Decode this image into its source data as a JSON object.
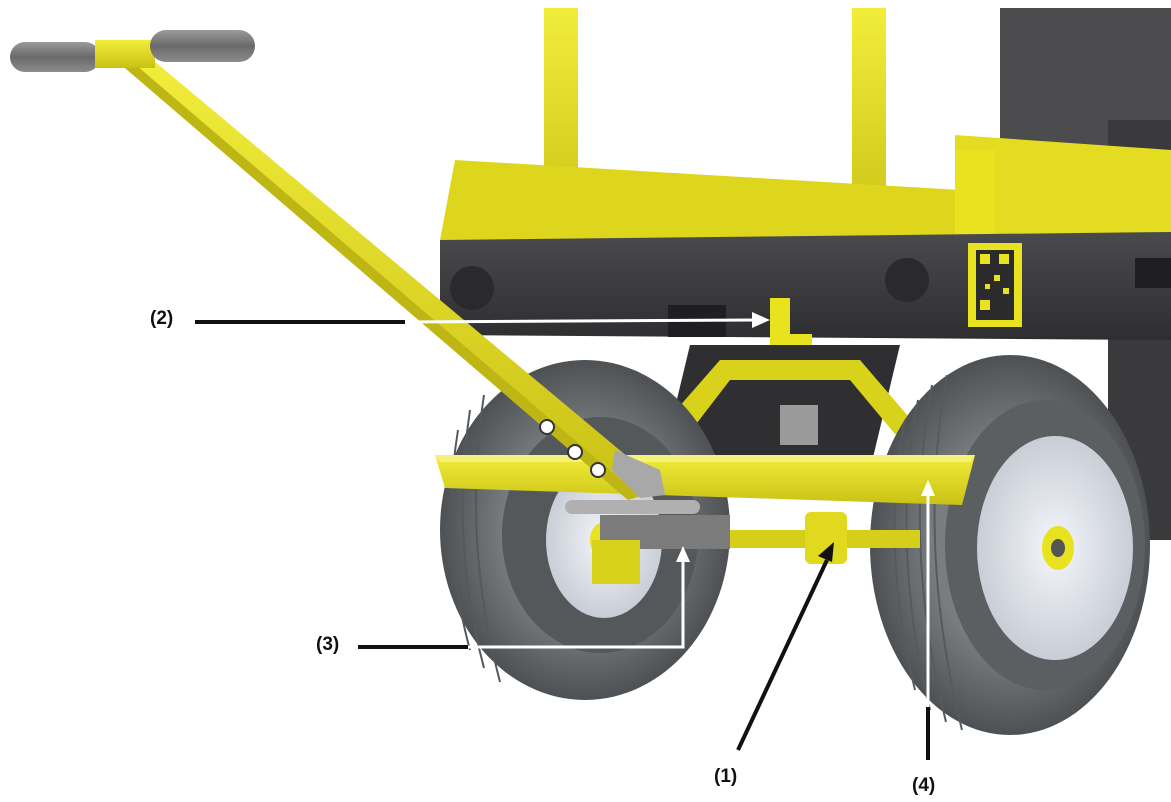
{
  "callouts": [
    {
      "id": "1",
      "label": "(1)"
    },
    {
      "id": "2",
      "label": "(2)"
    },
    {
      "id": "3",
      "label": "(3)"
    },
    {
      "id": "4",
      "label": "(4)"
    }
  ],
  "qr_label_text": "",
  "colors": {
    "frame_yellow": "#e9e21f",
    "frame_yellow_dark": "#b9b312",
    "chassis_dark": "#3d3d3f",
    "tire": "#6c6f72",
    "tire_dark": "#4a4d50",
    "hub": "#e4e8ef",
    "leader_black": "#111111",
    "leader_white": "#ffffff"
  }
}
